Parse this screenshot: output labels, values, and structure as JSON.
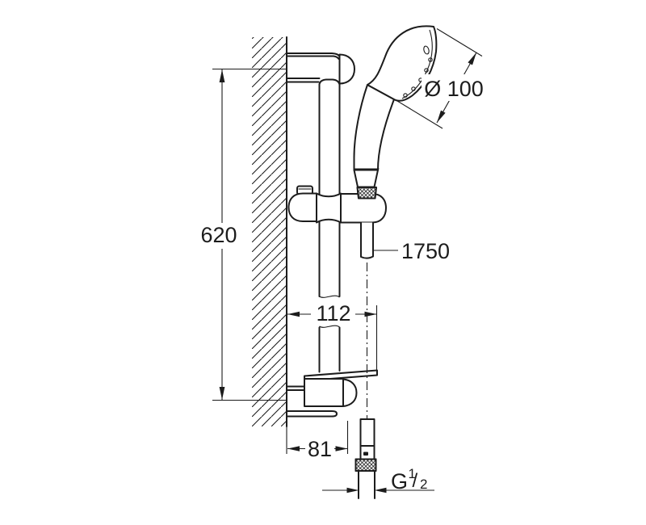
{
  "page": {
    "background": "#ffffff",
    "ink": "#1c1c1c",
    "drawing_type": "technical dimension drawing, wall-mounted shower rail set with hand shower, slide holder, soap dish and hose"
  },
  "labels": {
    "rail_height": "620",
    "head_diameter": "Ø 100",
    "hose_length": "1750",
    "upper_wall_offset": "112",
    "lower_wall_offset": "81",
    "thread_prefix": "G",
    "thread_numerator": "1",
    "thread_slash": "/",
    "thread_denominator": "2"
  }
}
